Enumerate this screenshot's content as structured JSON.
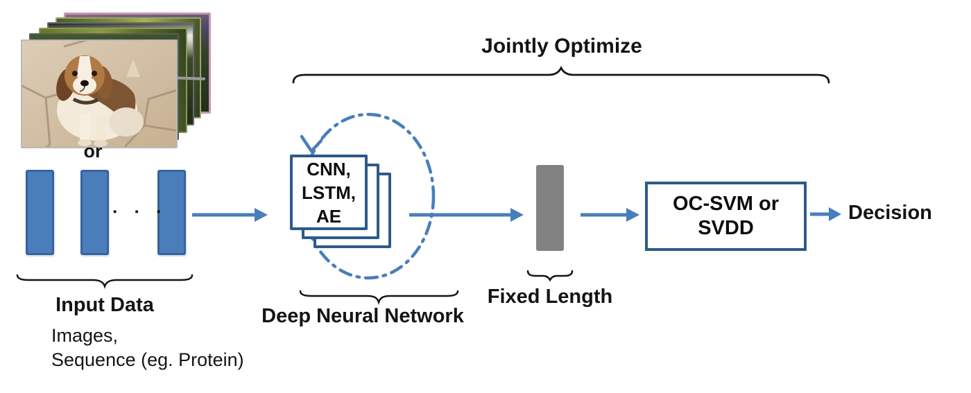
{
  "title_brace": {
    "label": "Jointly Optimize"
  },
  "input": {
    "or_label": "or",
    "ellipsis": "▪ ▪ ▪",
    "brace_label": "Input Data",
    "desc_line1": "Images,",
    "desc_line2": "Sequence (eg. Protein)"
  },
  "dnn": {
    "box_lines": [
      "CNN,",
      "LSTM,",
      "AE"
    ],
    "brace_label": "Deep Neural Network"
  },
  "representation": {
    "brace_label": "Fixed Length"
  },
  "classifier": {
    "line1": "OC-SVM or",
    "line2": "SVDD"
  },
  "output": {
    "label": "Decision"
  },
  "colors": {
    "accent_blue": "#4a7ebb",
    "box_border_blue": "#2e5a88",
    "bar_fill_blue": "#4a7ebb",
    "representation_gray": "#828282",
    "text_black": "#111111"
  }
}
